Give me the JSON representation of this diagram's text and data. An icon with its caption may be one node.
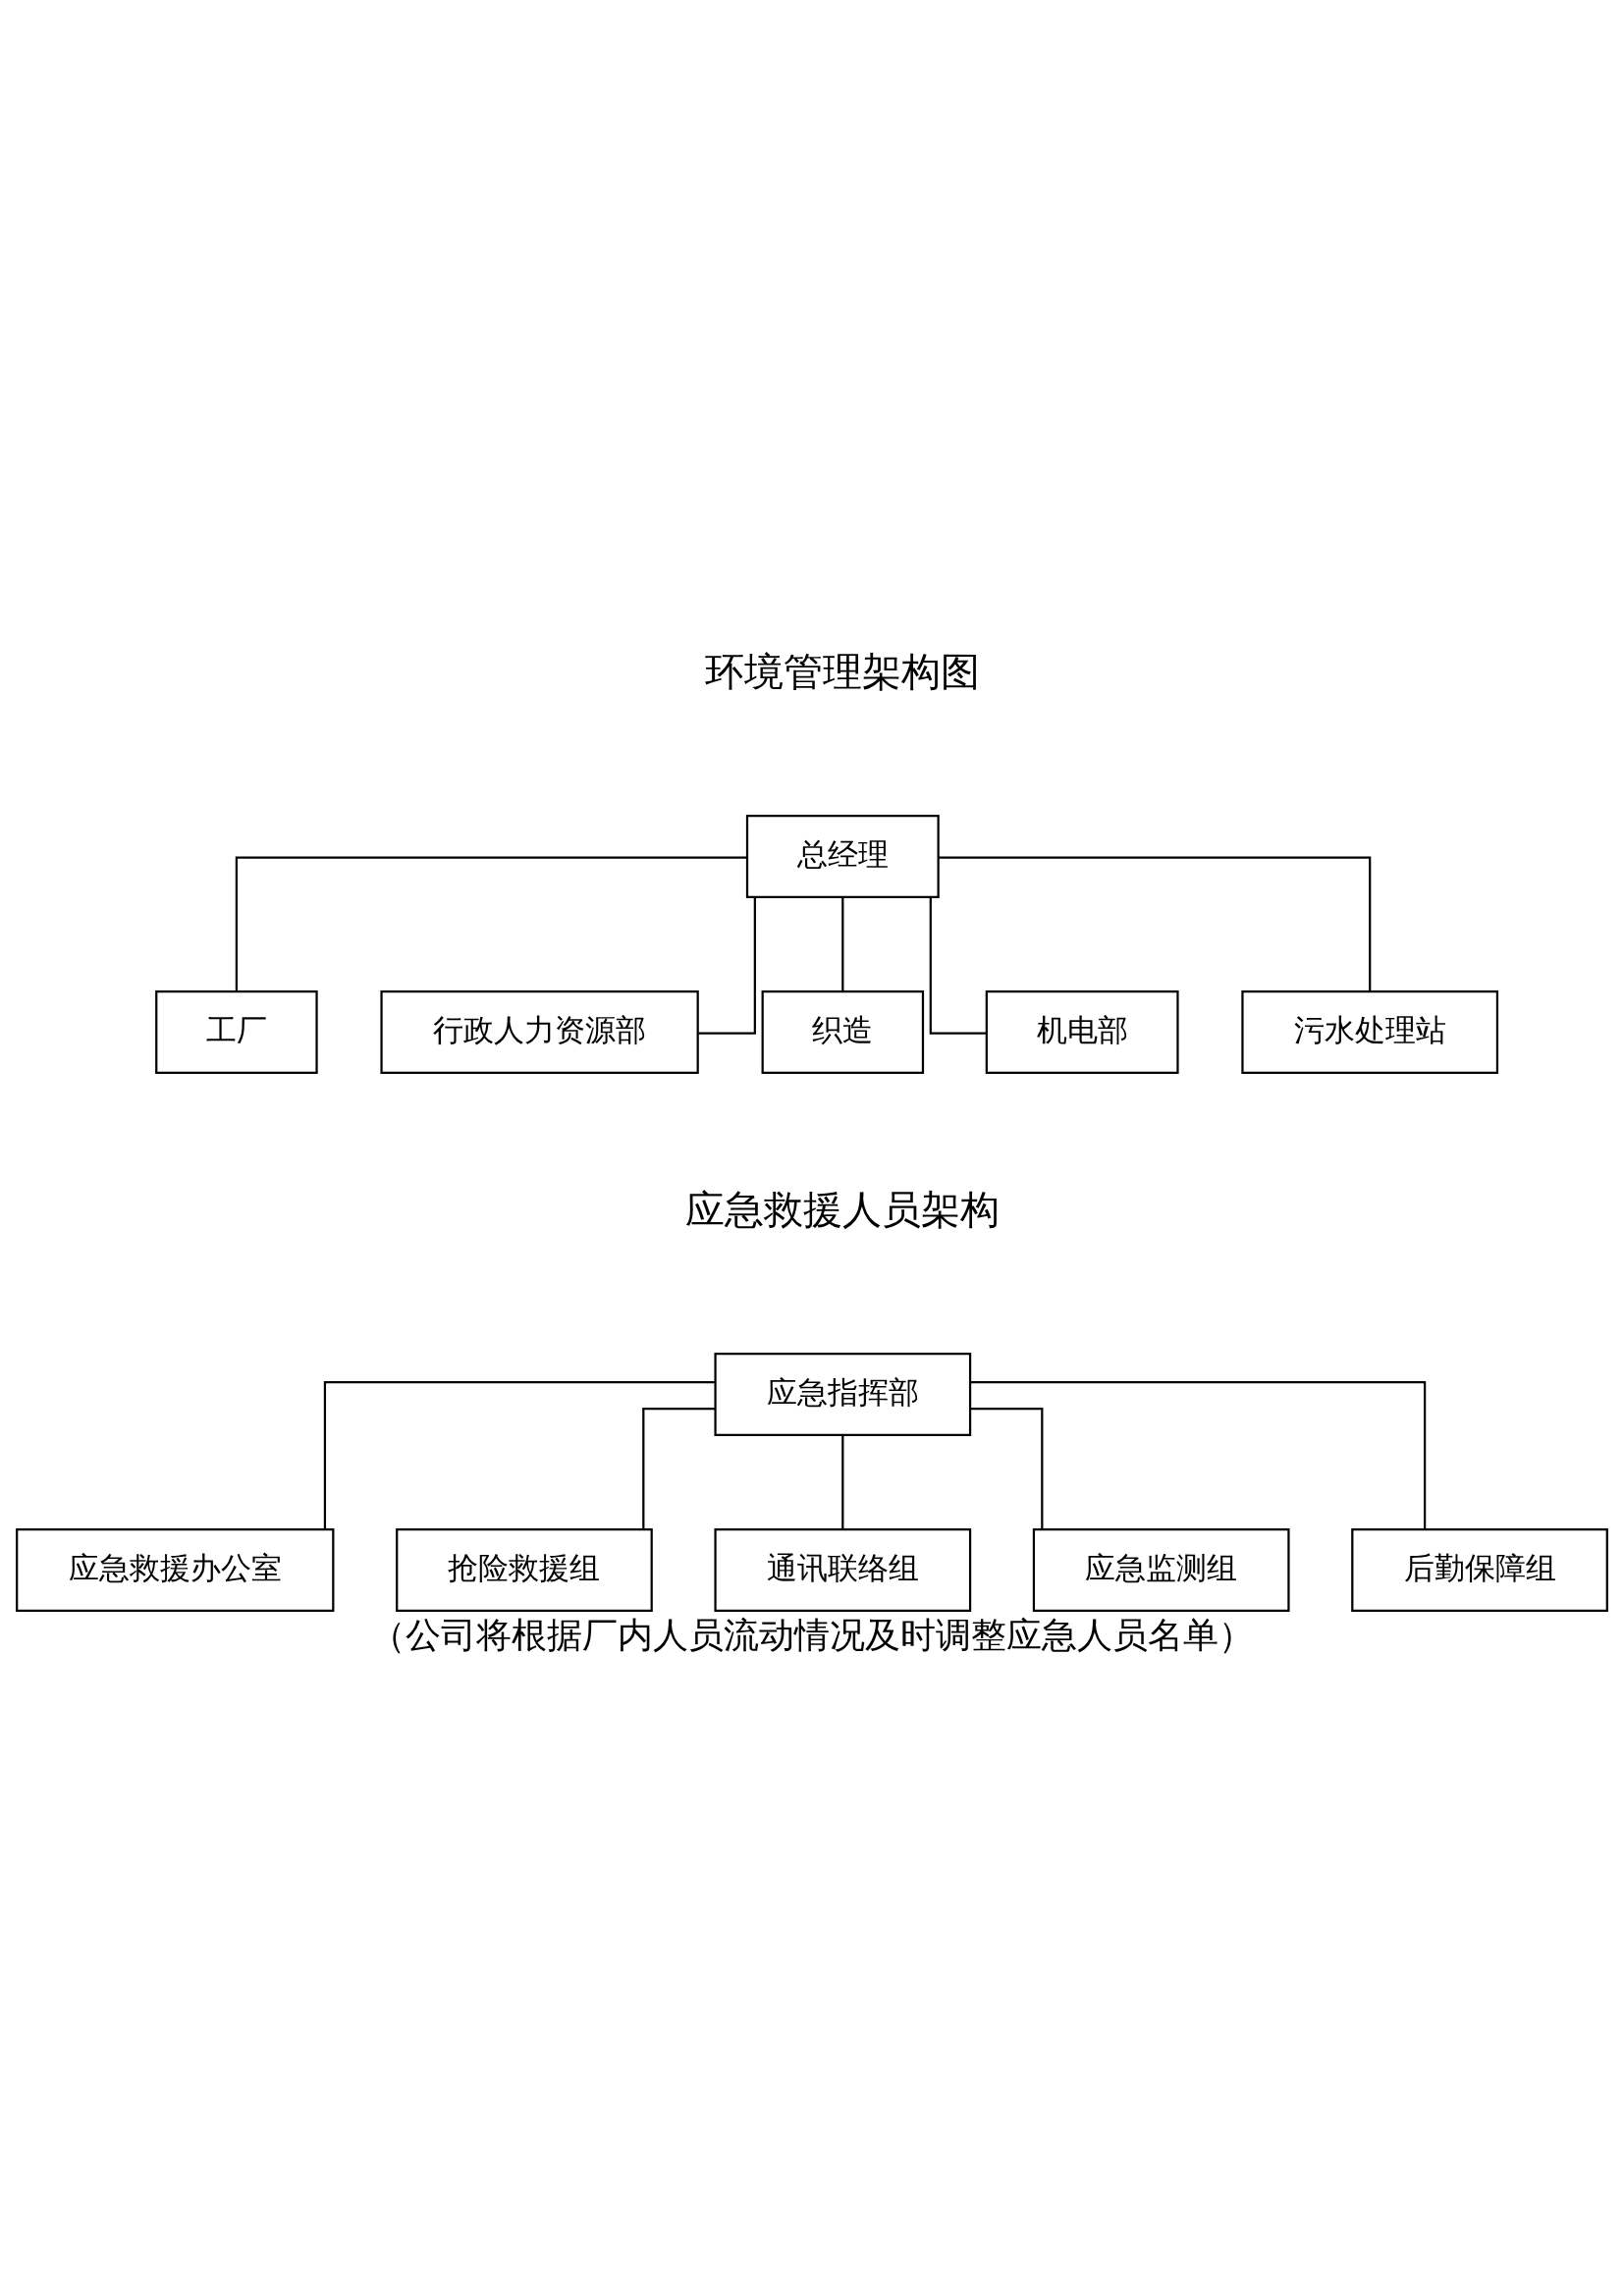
{
  "diagram": {
    "caption": "（公司将根据厂内人员流动情况及时调整应急人员名单）",
    "nodes": [
      {
        "text": [
          "总经理"
        ]
      },
      {
        "text": [
          "工厂"
        ]
      },
      {
        "text": [
          "行政人力资源部"
        ]
      },
      {
        "text": [
          "织造"
        ]
      },
      {
        "text": [
          "机电部"
        ]
      },
      {
        "text": [
          "污水处理站"
        ]
      },
      {
        "text": [
          "应急指挥部"
        ]
      },
      {
        "text": [
          "应急救援办公室"
        ]
      },
      {
        "text": [
          "抢险救援组"
        ]
      },
      {
        "text": [
          "通讯联络组"
        ]
      },
      {
        "text": [
          "应急监测组"
        ]
      },
      {
        "text": [
          "后勤保障组"
        ]
      }
    ],
    "edges": [
      {
        "from": 0,
        "to": 1,
        "arrow": "none"
      },
      {
        "from": 0,
        "to": 2,
        "arrow": "none"
      },
      {
        "from": 0,
        "to": 3,
        "arrow": "none"
      },
      {
        "from": 0,
        "to": 4,
        "arrow": "none"
      },
      {
        "from": 0,
        "to": 5,
        "arrow": "none"
      },
      {
        "from": 6,
        "to": 7,
        "arrow": "none"
      },
      {
        "from": 6,
        "to": 8,
        "arrow": "none"
      },
      {
        "from": 6,
        "to": 9,
        "arrow": "none"
      },
      {
        "from": 6,
        "to": 10,
        "arrow": "none"
      },
      {
        "from": 6,
        "to": 11,
        "arrow": "none"
      }
    ],
    "labels": [
      "环境管理架构图",
      "应急救援人员架构"
    ]
  }
}
